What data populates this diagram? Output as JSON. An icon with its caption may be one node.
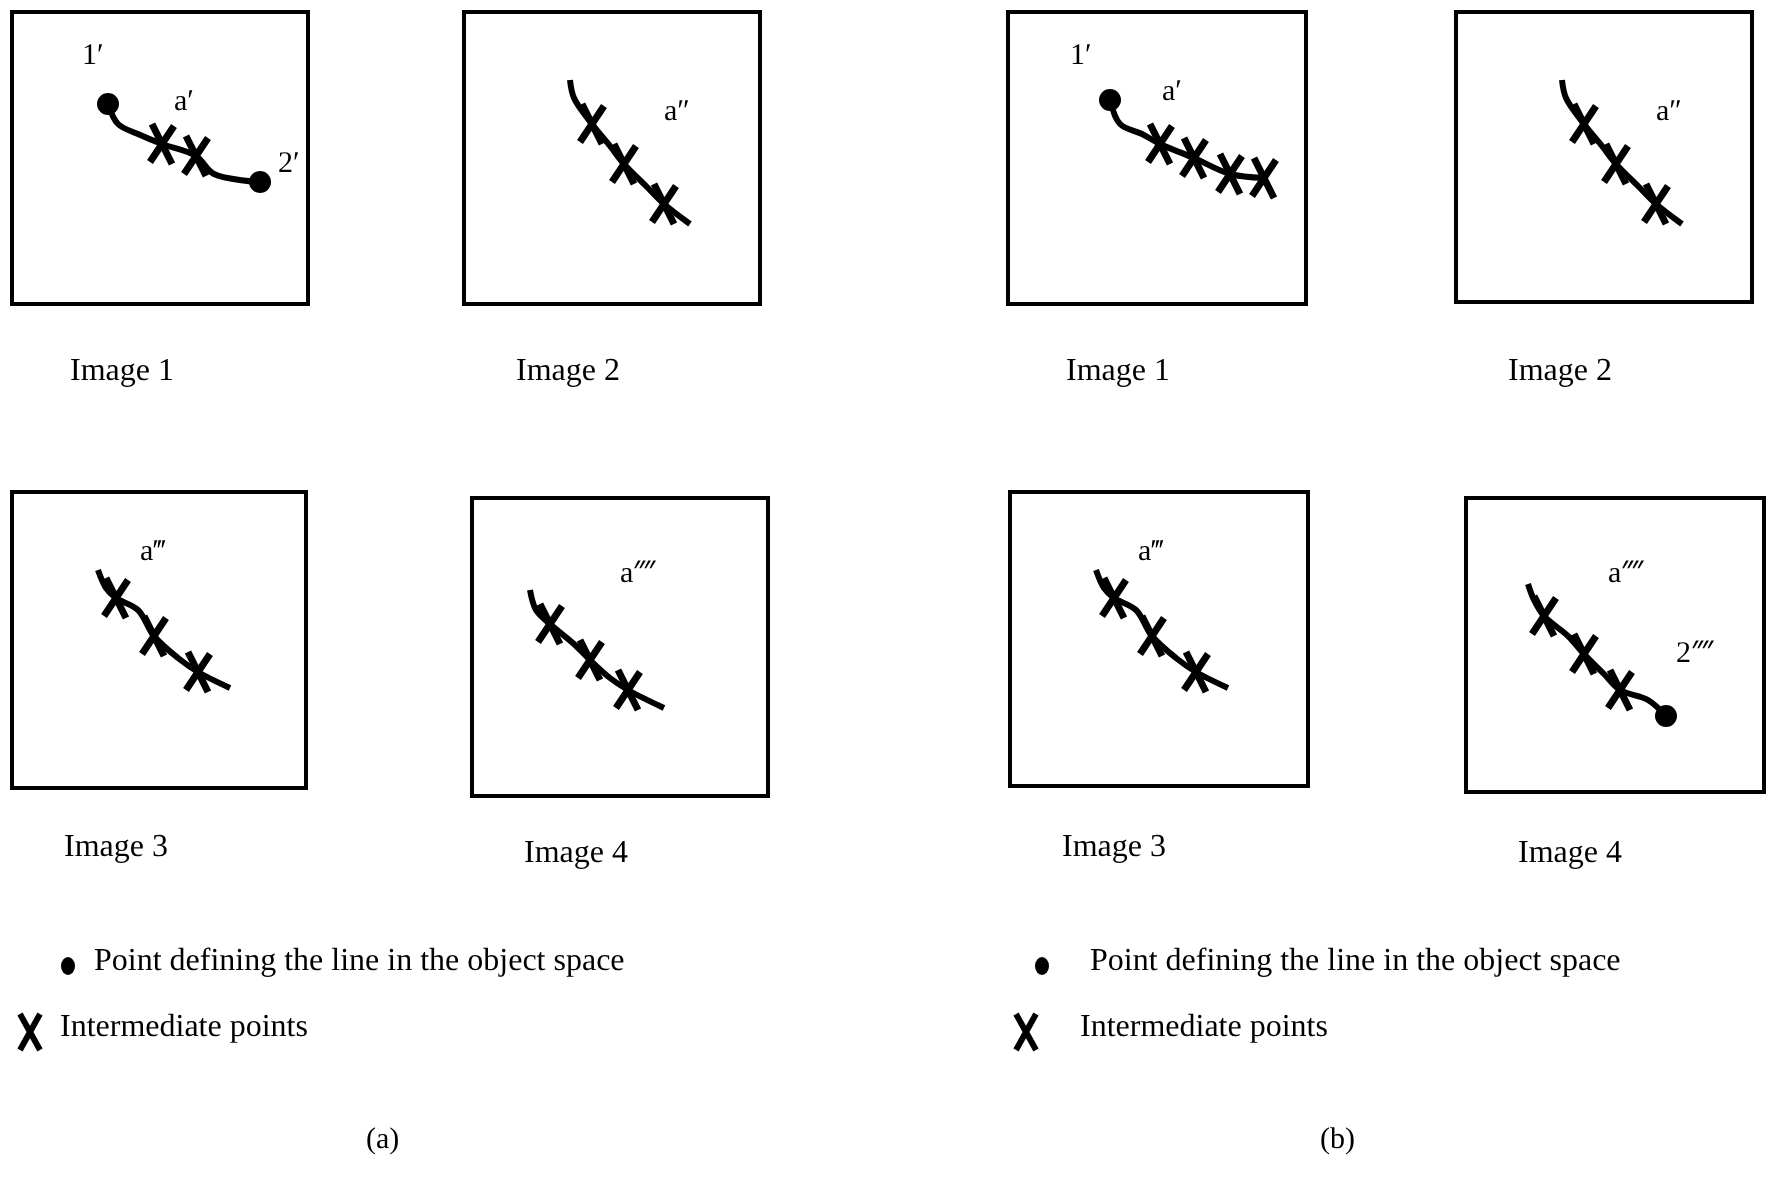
{
  "diagram": {
    "nodes": [
      {
        "text": [
          "1′",
          "a′",
          "2′"
        ],
        "beside": [
          "Image 1"
        ]
      },
      {
        "text": [
          "a″"
        ],
        "beside": [
          "Image 2"
        ]
      },
      {
        "text": [
          "a‴"
        ],
        "beside": [
          "Image 3"
        ]
      },
      {
        "text": [
          "a⁗"
        ],
        "beside": [
          "Image 4"
        ]
      },
      {
        "text": [
          "1′",
          "a′"
        ],
        "beside": [
          "Image 1"
        ]
      },
      {
        "text": [
          "a″"
        ],
        "beside": [
          "Image 2"
        ]
      },
      {
        "text": [
          "a‴"
        ],
        "beside": [
          "Image 3"
        ]
      },
      {
        "text": [
          "a⁗",
          "2⁗"
        ],
        "beside": [
          "Image 4"
        ]
      }
    ],
    "labels": [
      "(a)",
      "(b)"
    ],
    "legend": [
      {
        "text": "Point defining the line in the object space"
      },
      {
        "text": "Intermediate points"
      },
      {
        "text": "Point defining the line in the object space"
      },
      {
        "text": "Intermediate points"
      }
    ]
  }
}
